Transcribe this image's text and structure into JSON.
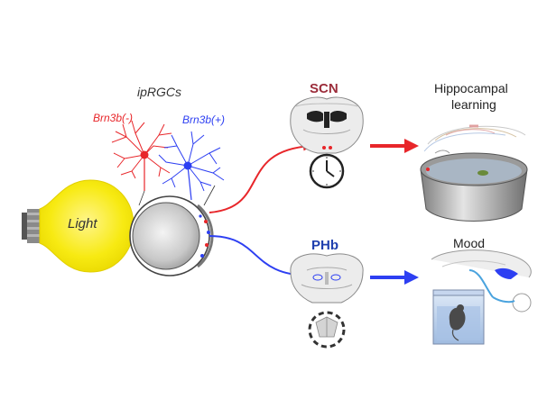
{
  "labels": {
    "ipRGCs": "ipRGCs",
    "brn3b_neg": "Brn3b(-)",
    "brn3b_pos": "Brn3b(+)",
    "light": "Light",
    "scn": "SCN",
    "phb": "PHb",
    "hippocampal": "Hippocampal",
    "learning": "learning",
    "mood": "Mood"
  },
  "colors": {
    "red_pathway": "#e8262a",
    "blue_pathway": "#2d3ff2",
    "scn_label": "#9b2c3a",
    "phb_label": "#1f3fae",
    "bulb": "#f7ea12",
    "water": "#a9b6c4"
  },
  "icons": {
    "bulb": "light-bulb-icon",
    "eye": "eye-icon",
    "clock": "clock-icon",
    "mood_clock": "dashed-clock-icon",
    "maze": "water-maze-icon",
    "mouse": "mouse-icon"
  }
}
